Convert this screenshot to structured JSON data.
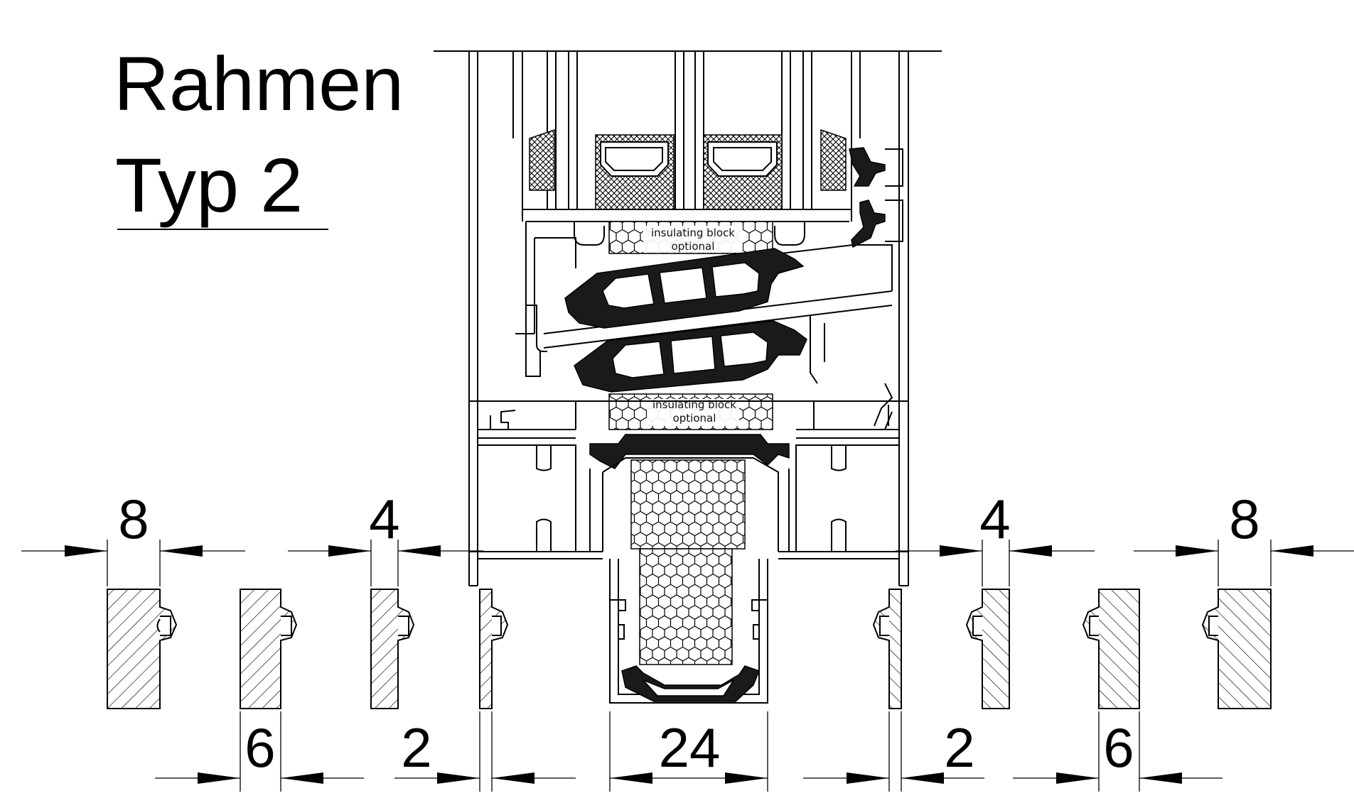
{
  "title": {
    "line1": "Rahmen",
    "line2": "Typ 2"
  },
  "notes": {
    "insulating_top_line1": "insulating block",
    "insulating_top_line2": "optional",
    "insulating_bottom_line1": "insulating block",
    "insulating_bottom_line2": "optional"
  },
  "dimensions": {
    "top_left_8": "8",
    "top_left_4": "4",
    "top_right_4": "4",
    "top_right_8": "8",
    "bottom_left_6": "6",
    "bottom_left_2": "2",
    "bottom_center_24": "24",
    "bottom_right_2": "2",
    "bottom_right_6": "6"
  },
  "colors": {
    "line": "#000000",
    "gasket": "#1a1a1a",
    "background": "#ffffff"
  }
}
